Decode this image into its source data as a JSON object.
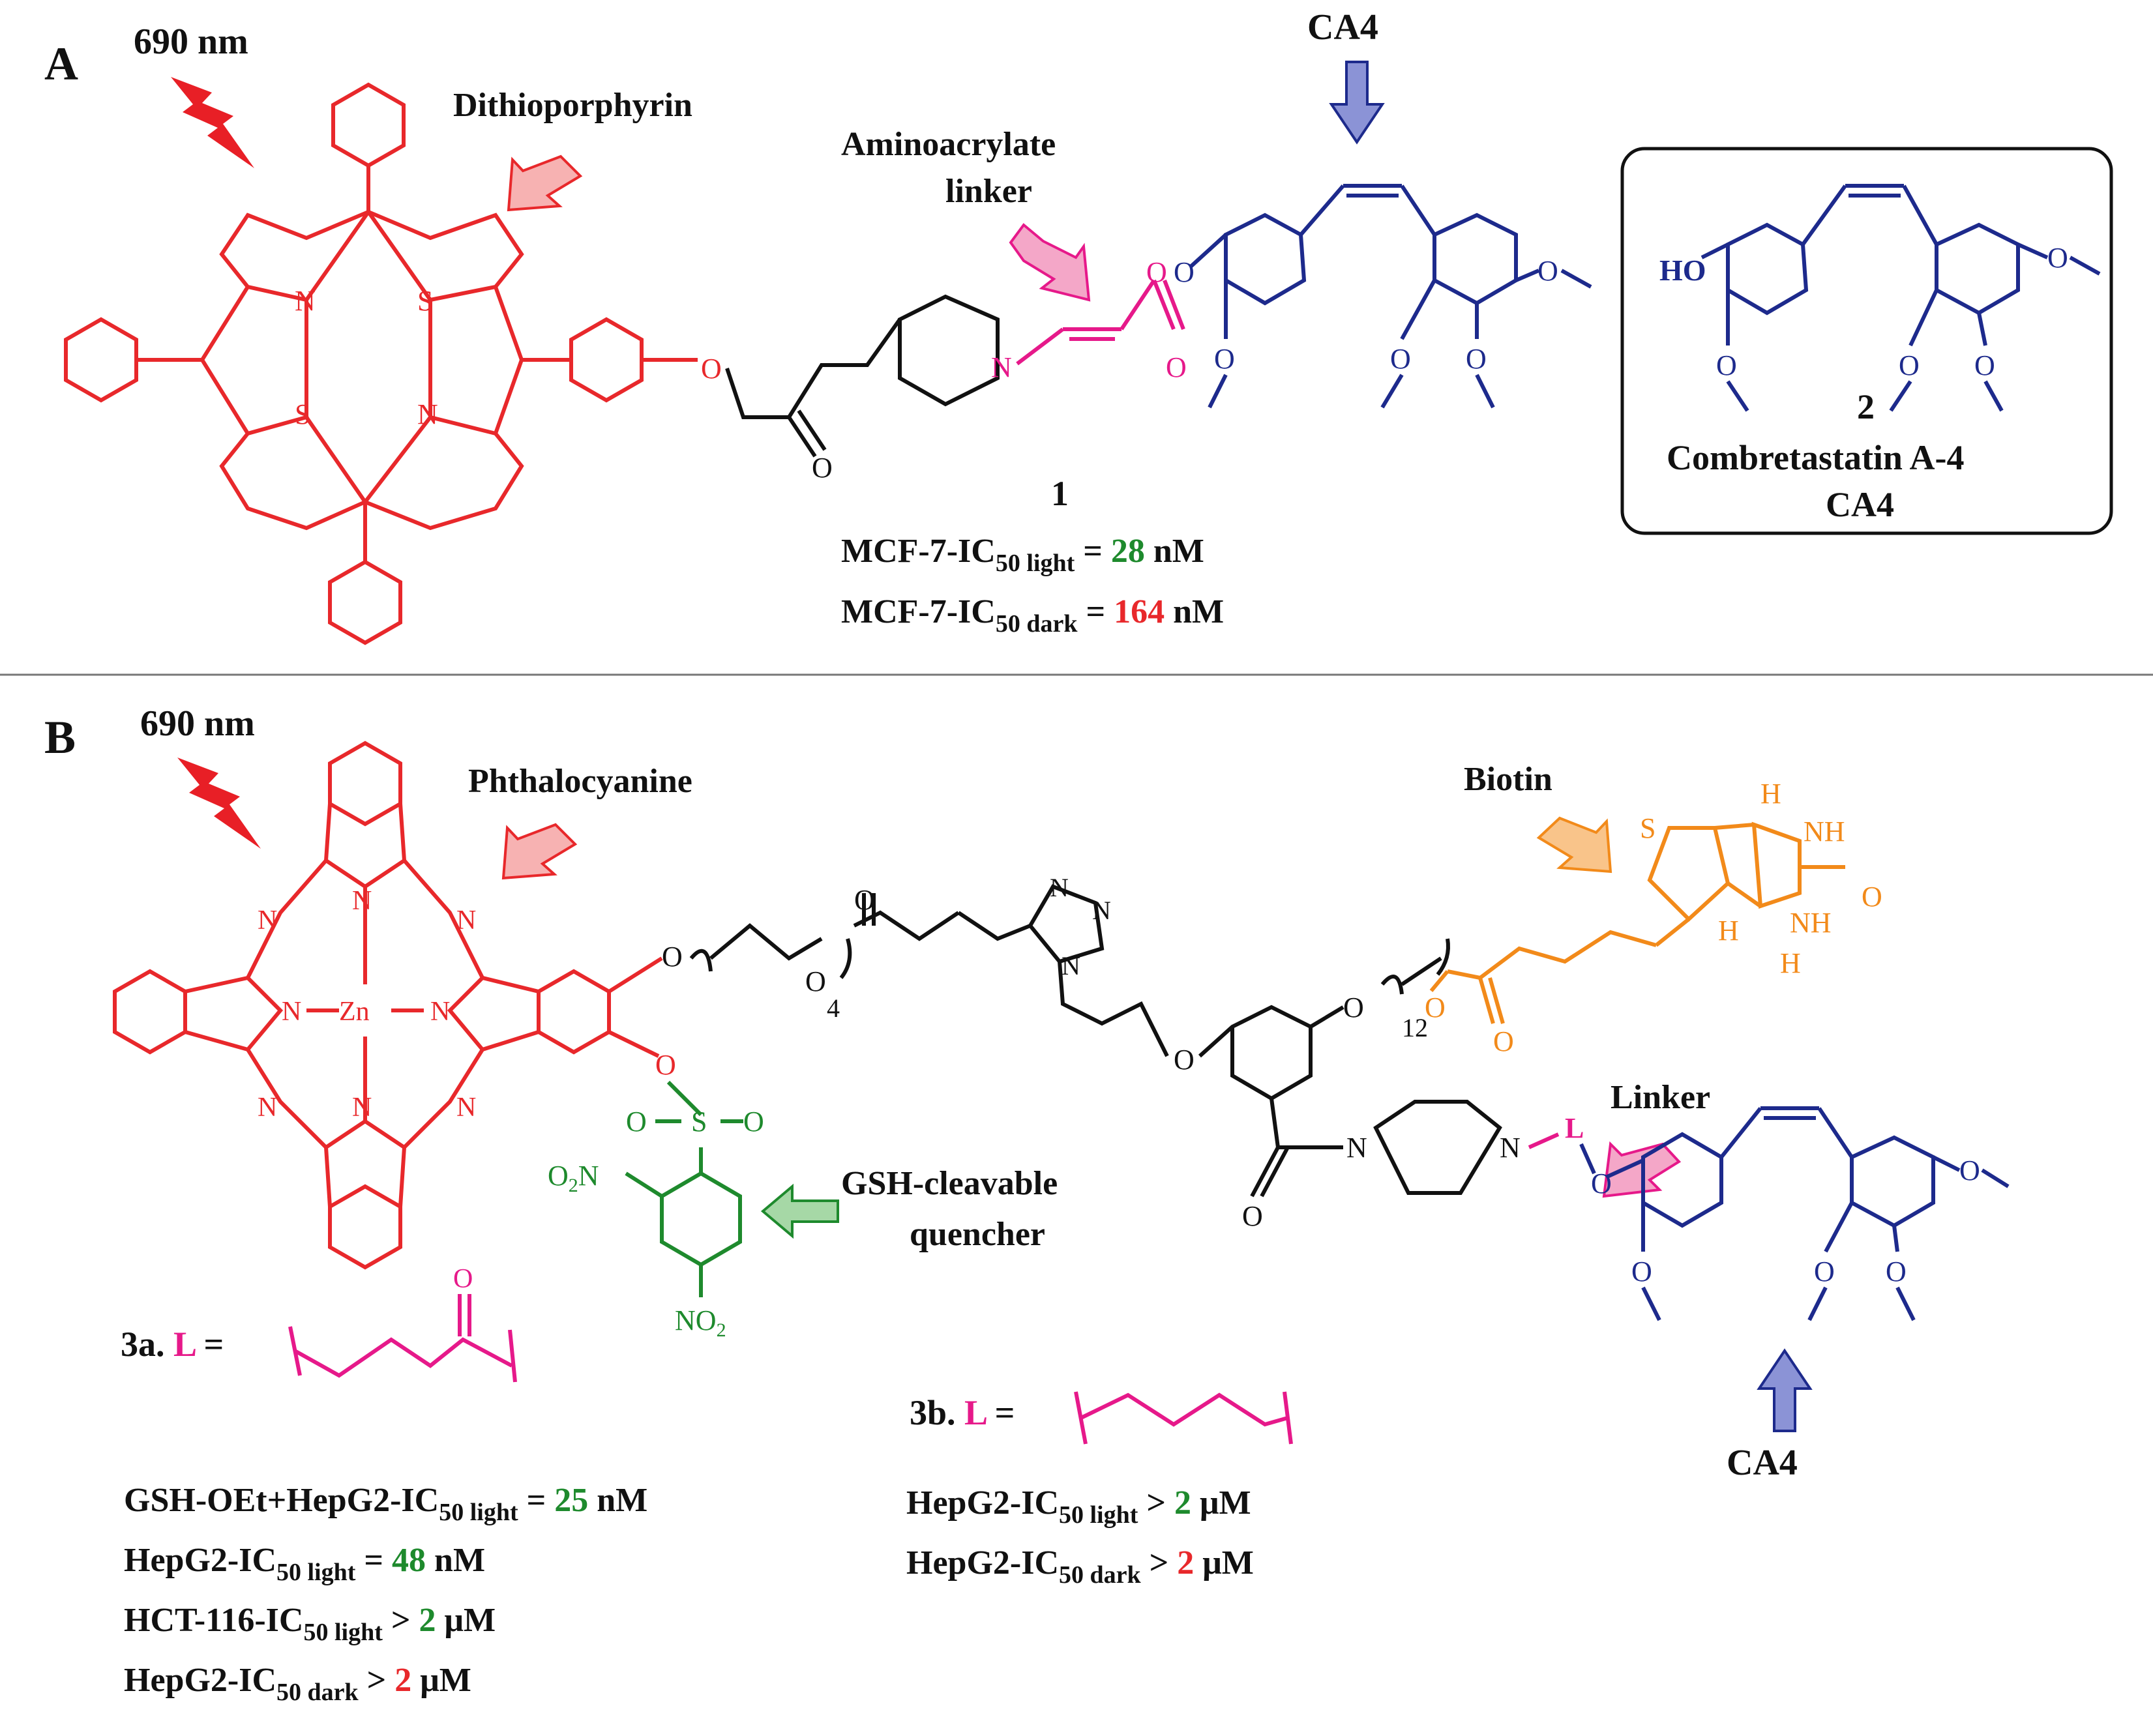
{
  "panelA": {
    "label": "A",
    "wavelength": "690 nm",
    "dithioporphyrin_label": "Dithioporphyrin",
    "linker_label_line1": "Aminoacrylate",
    "linker_label_line2": "linker",
    "ca4_label": "CA4",
    "compound_number": "1",
    "ic50_light": {
      "prefix": "MCF-7-IC",
      "sub": "50 light",
      "eq": " = ",
      "value": "28",
      "unit": " nM"
    },
    "ic50_dark": {
      "prefix": "MCF-7-IC",
      "sub": "50 dark",
      "eq": " = ",
      "value": "164",
      "unit": " nM"
    },
    "box": {
      "number": "2",
      "name": "Combretastatin A-4",
      "abbr": "CA4"
    }
  },
  "panelB": {
    "label": "B",
    "wavelength": "690 nm",
    "phthalocyanine_label": "Phthalocyanine",
    "biotin_label": "Biotin",
    "linker_label": "Linker",
    "quencher_line1": "GSH-cleavable",
    "quencher_line2": "quencher",
    "ca4_label": "CA4",
    "peg_subscript": "4",
    "alkyl_subscript": "12",
    "compound_3a": {
      "prefix": "3a.",
      "L": "L",
      "eq": "=",
      "lines": [
        {
          "prefix": "GSH-OEt+HepG2-IC",
          "sub": "50 light",
          "eq": " = ",
          "value": "25",
          "unit": " nM",
          "color": "green"
        },
        {
          "prefix": "HepG2-IC",
          "sub": "50 light",
          "eq": " = ",
          "value": "48",
          "unit": " nM",
          "color": "green"
        },
        {
          "prefix": "HCT-116-IC",
          "sub": "50 light",
          "eq": " > ",
          "value": "2",
          "unit": " μM",
          "color": "green"
        },
        {
          "prefix": "HepG2-IC",
          "sub": "50 dark",
          "eq": " > ",
          "value": "2",
          "unit": " μM",
          "color": "red"
        }
      ]
    },
    "compound_3b": {
      "prefix": "3b.",
      "L": "L",
      "eq": "=",
      "lines": [
        {
          "prefix": "HepG2-IC",
          "sub": "50 light",
          "eq": " > ",
          "value": "2",
          "unit": " μM",
          "color": "green"
        },
        {
          "prefix": "HepG2-IC",
          "sub": "50 dark",
          "eq": " > ",
          "value": "2",
          "unit": " μM",
          "color": "red"
        }
      ]
    }
  },
  "colors": {
    "porphyrin": "#e8282b",
    "ca4": "#1d2a8c",
    "linker": "#e6198a",
    "biotin": "#f28a1a",
    "quencher": "#1e8a2d",
    "value_green": "#1e8a2d",
    "value_red": "#e8282b"
  }
}
